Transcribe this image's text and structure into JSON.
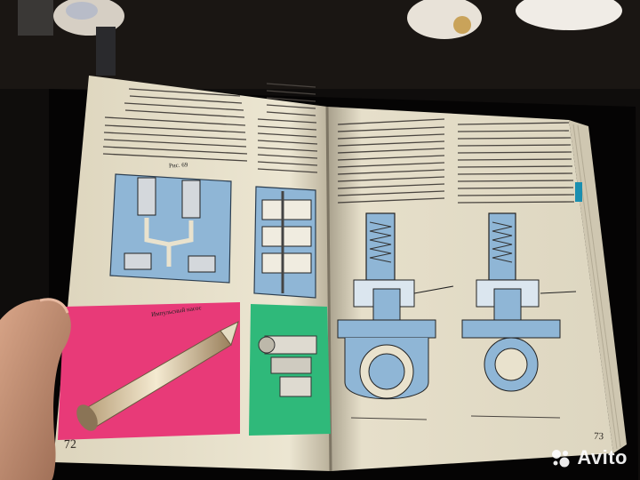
{
  "photo": {
    "left_page_number": "72",
    "right_page_number": "73",
    "left_pink_panel_caption": "Импульсный насос",
    "left_top_figure_caption": "Рис. 69",
    "watermark_text": "Avito",
    "colors": {
      "background": "#0f0d0c",
      "paper": "#e9e2cd",
      "diagram_blue": "#8fb6d6",
      "panel_pink": "#e83a78",
      "panel_green": "#2fb97a",
      "skin": "#c9947a"
    }
  }
}
